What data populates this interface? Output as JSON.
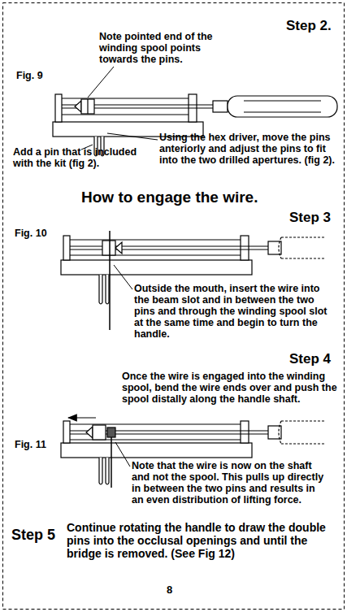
{
  "diagram": {
    "labels": [
      "Step 2.",
      "Fig. 9",
      "Note pointed end of the winding spool points towards the pins.",
      "Add a pin that is included with the kit (fig 2).",
      "Using the hex driver, move the pins anteriorly and adjust the pins to fit into the two drilled apertures. (fig 2).",
      "How to engage the wire.",
      "Step 3",
      "Fig. 10",
      "Outside the mouth, insert the wire into the beam slot and in between the two pins and through the winding spool slot at the same time and begin to turn the handle.",
      "Step 4",
      "Once the wire is engaged into the winding spool, bend the wire ends over and push the spool distally along the handle shaft.",
      "Fig. 11",
      "Note that the wire is now on the shaft and not the spool. This pulls up directly in between the two pins and results in an even distribution of lifting force.",
      "Step 5",
      "Continue rotating the handle to draw the double pins into the occlusal openings and until the bridge is removed. (See Fig 12)",
      "8"
    ]
  }
}
